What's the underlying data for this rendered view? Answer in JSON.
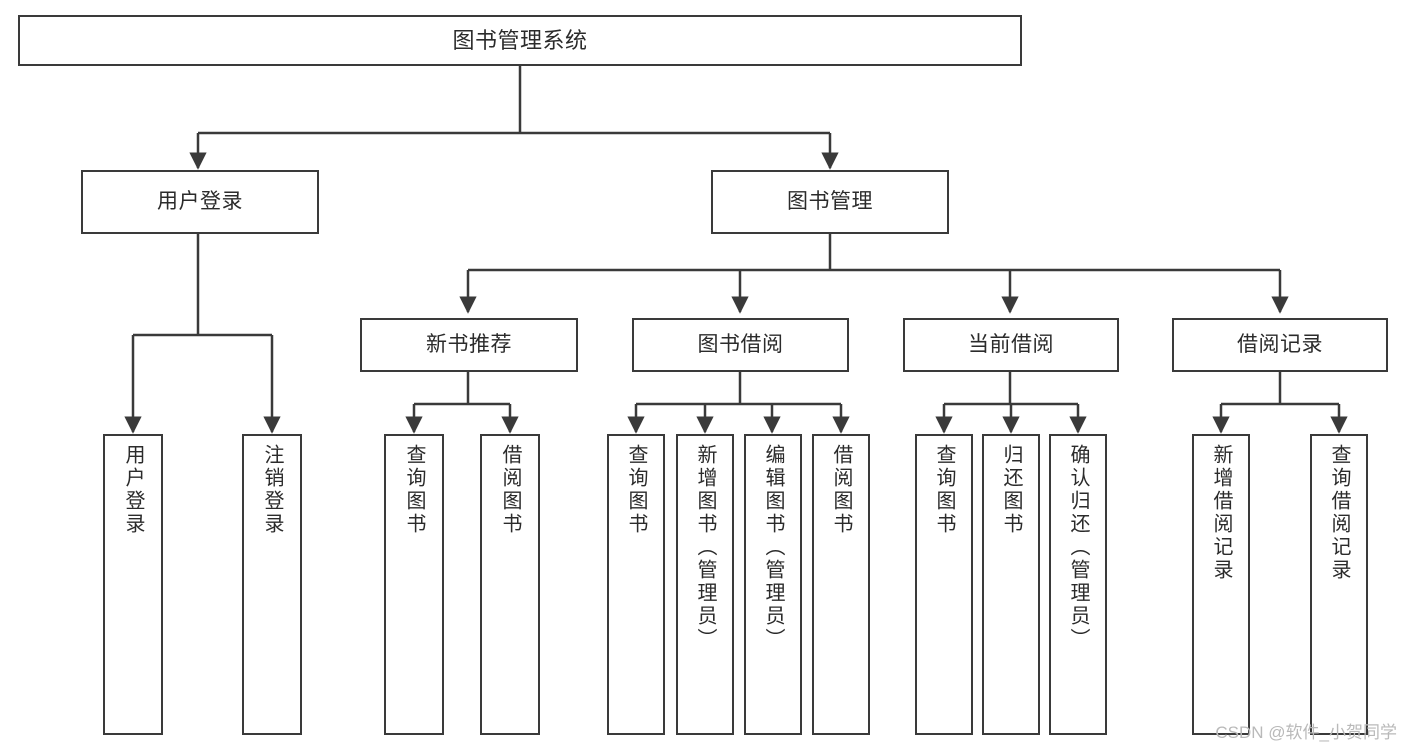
{
  "diagram": {
    "title": "图书管理系统",
    "type": "tree",
    "watermark": "CSDN @软件_小贺同学",
    "colors": {
      "stroke": "#3a3a3a",
      "fill": "#ffffff",
      "text": "#2b2b2b",
      "watermark": "#b9b9b9"
    },
    "levels": {
      "root": {
        "label": "图书管理系统"
      },
      "level2": [
        {
          "id": "user-login",
          "label": "用户登录"
        },
        {
          "id": "book-management",
          "label": "图书管理"
        }
      ],
      "level3": [
        {
          "id": "new-book-recommend",
          "label": "新书推荐"
        },
        {
          "id": "book-borrow",
          "label": "图书借阅"
        },
        {
          "id": "current-borrow",
          "label": "当前借阅"
        },
        {
          "id": "borrow-record",
          "label": "借阅记录"
        }
      ],
      "leaves": [
        {
          "id": "leaf-user-login",
          "label": "用户登录",
          "parent": "user-login"
        },
        {
          "id": "leaf-logout-login",
          "label": "注销登录",
          "parent": "user-login"
        },
        {
          "id": "leaf-query-book-1",
          "label": "查询图书",
          "parent": "new-book-recommend"
        },
        {
          "id": "leaf-borrow-book-1",
          "label": "借阅图书",
          "parent": "new-book-recommend"
        },
        {
          "id": "leaf-query-book-2",
          "label": "查询图书",
          "parent": "book-borrow"
        },
        {
          "id": "leaf-add-book",
          "label": "新增图书（管理员）",
          "parent": "book-borrow"
        },
        {
          "id": "leaf-edit-book",
          "label": "编辑图书（管理员）",
          "parent": "book-borrow"
        },
        {
          "id": "leaf-borrow-book-2",
          "label": "借阅图书",
          "parent": "book-borrow"
        },
        {
          "id": "leaf-query-book-3",
          "label": "查询图书",
          "parent": "current-borrow"
        },
        {
          "id": "leaf-return-book",
          "label": "归还图书",
          "parent": "current-borrow"
        },
        {
          "id": "leaf-confirm-return",
          "label": "确认归还（管理员）",
          "parent": "current-borrow"
        },
        {
          "id": "leaf-add-record",
          "label": "新增借阅记录",
          "parent": "borrow-record"
        },
        {
          "id": "leaf-query-record",
          "label": "查询借阅记录",
          "parent": "borrow-record"
        }
      ]
    }
  }
}
